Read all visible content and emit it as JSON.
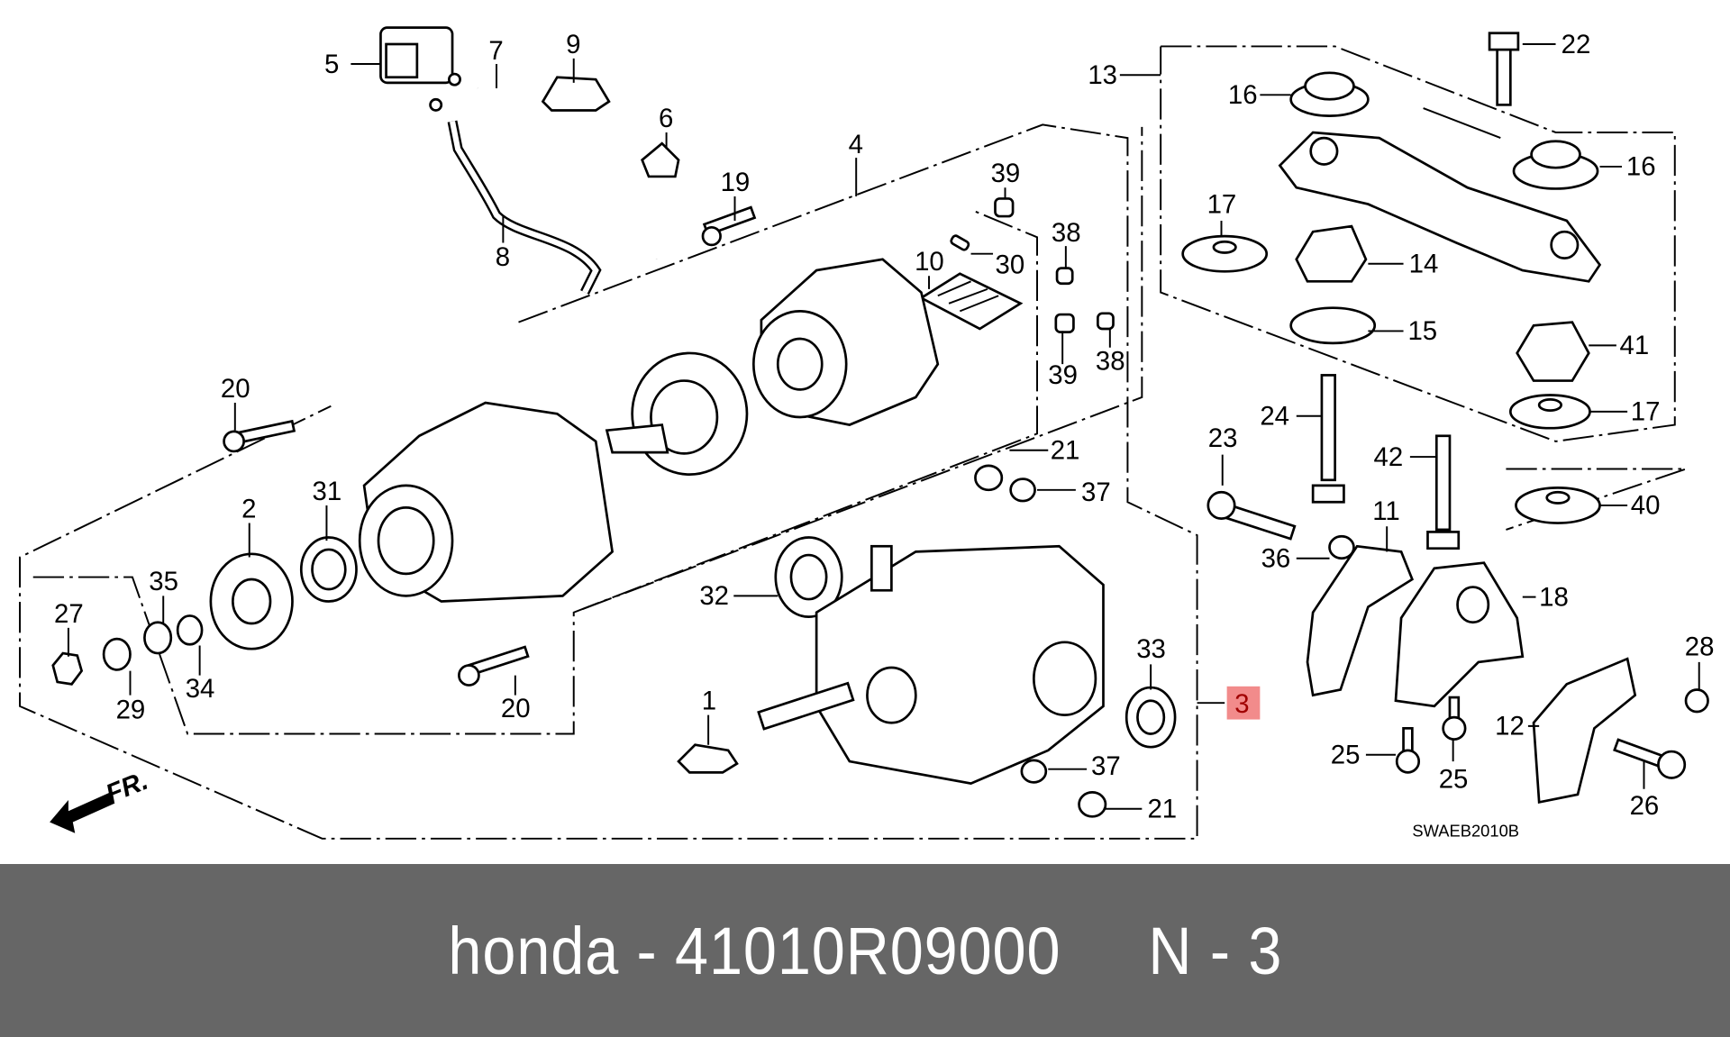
{
  "diagram": {
    "code": "SWAEB2010B",
    "front_marker": "FR.",
    "highlight_color": "#f28b8b",
    "callouts": {
      "c1": "1",
      "c2": "2",
      "c3": "3",
      "c4": "4",
      "c5": "5",
      "c6": "6",
      "c7": "7",
      "c8": "8",
      "c9": "9",
      "c10": "10",
      "c11": "11",
      "c12": "12",
      "c13": "13",
      "c14": "14",
      "c15": "15",
      "c16a": "16",
      "c16b": "16",
      "c17a": "17",
      "c17b": "17",
      "c18": "18",
      "c19": "19",
      "c20a": "20",
      "c20b": "20",
      "c21a": "21",
      "c21b": "21",
      "c22": "22",
      "c23": "23",
      "c24": "24",
      "c25a": "25",
      "c25b": "25",
      "c26": "26",
      "c27": "27",
      "c28": "28",
      "c29": "29",
      "c30": "30",
      "c31": "31",
      "c32": "32",
      "c33": "33",
      "c34": "34",
      "c35": "35",
      "c36": "36",
      "c37a": "37",
      "c37b": "37",
      "c38a": "38",
      "c38b": "38",
      "c39a": "39",
      "c39b": "39",
      "c40": "40",
      "c41": "41",
      "c42": "42"
    }
  },
  "footer": {
    "text": "honda - 41010R09000     N - 3"
  }
}
